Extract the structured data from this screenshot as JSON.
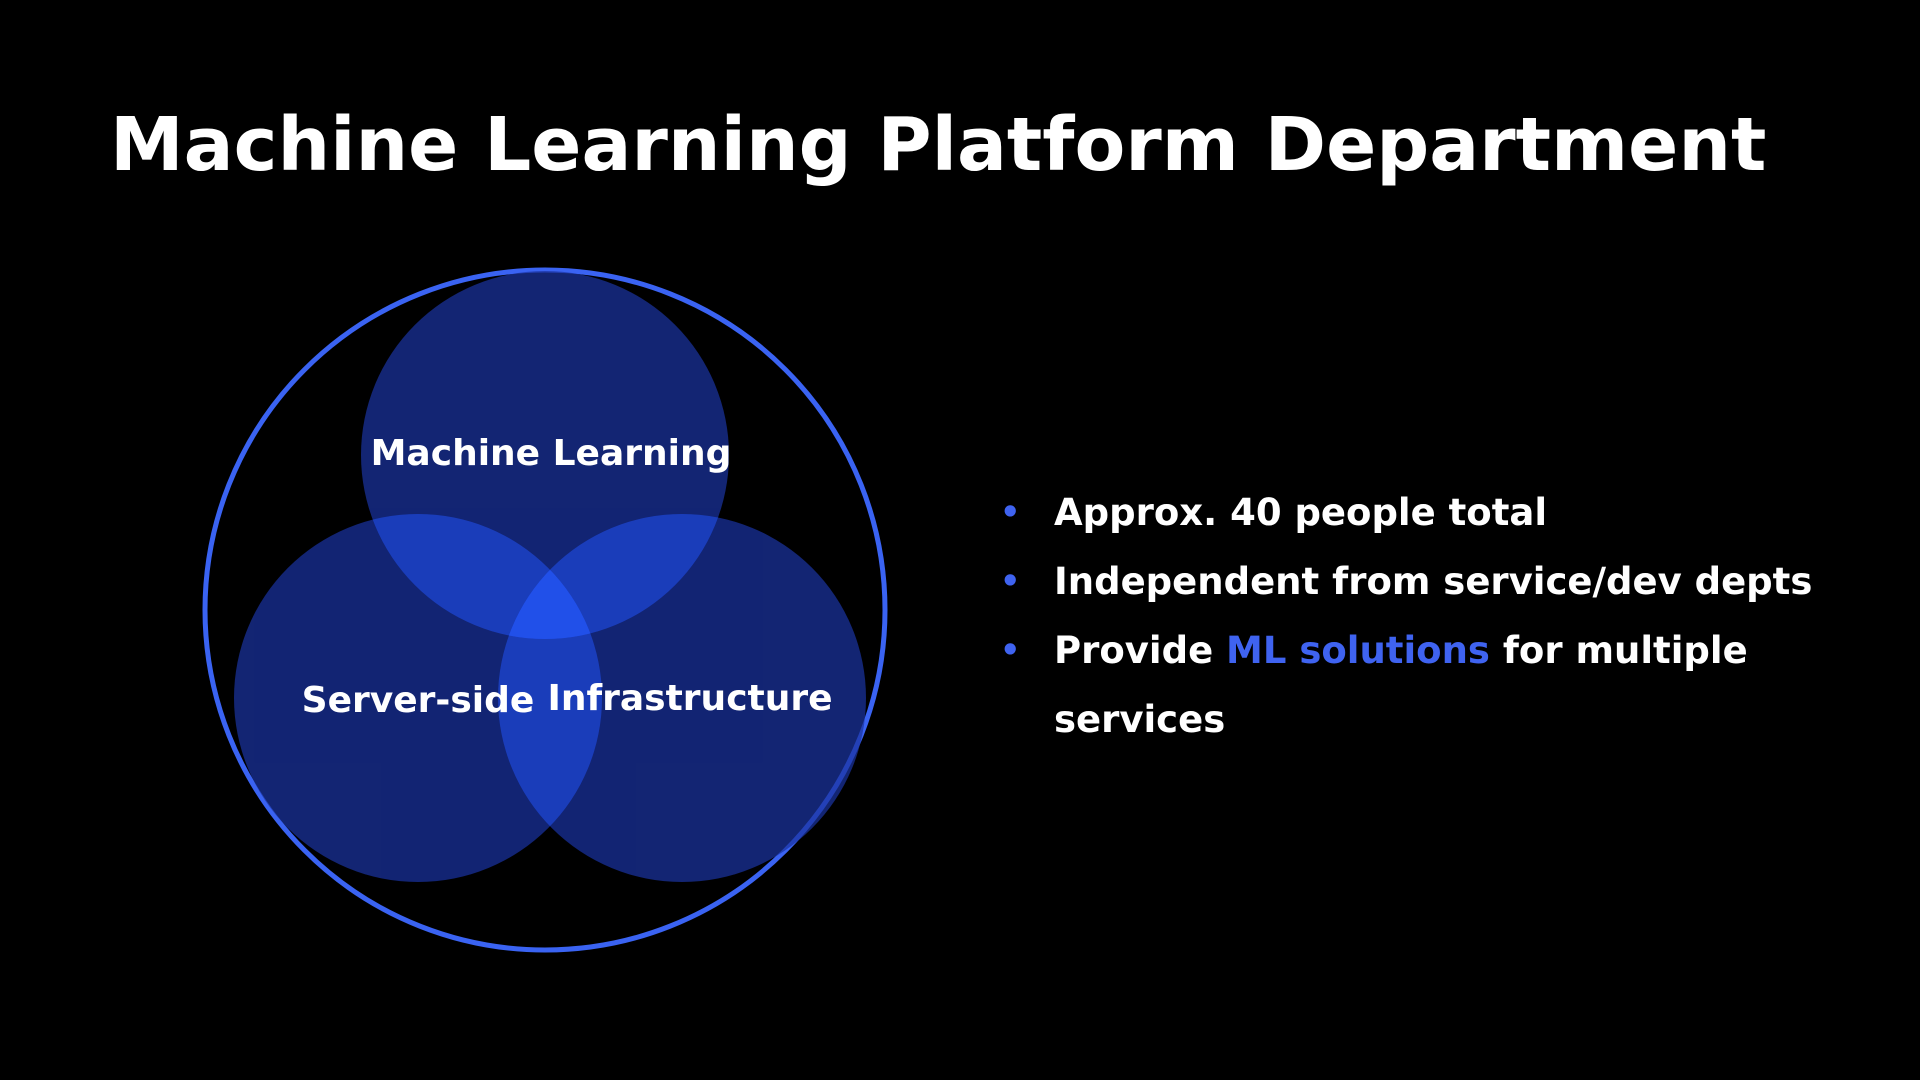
{
  "slide": {
    "title": "Machine Learning Platform Department"
  },
  "diagram": {
    "circles": [
      {
        "label": "Machine Learning"
      },
      {
        "label": "Server-side"
      },
      {
        "label": "Infrastructure"
      }
    ],
    "colors": {
      "outer_ring": "#3a63f2",
      "circle_fill": "#1a33a0",
      "overlap_fill": "#1f4fe8"
    }
  },
  "bullets": {
    "dot_color": "#3f63f0",
    "items": [
      {
        "text": "Approx. 40 people total"
      },
      {
        "text": "Independent from service/dev depts"
      },
      {
        "before": "Provide ",
        "highlight": "ML solutions",
        "after": " for multiple services"
      }
    ]
  }
}
